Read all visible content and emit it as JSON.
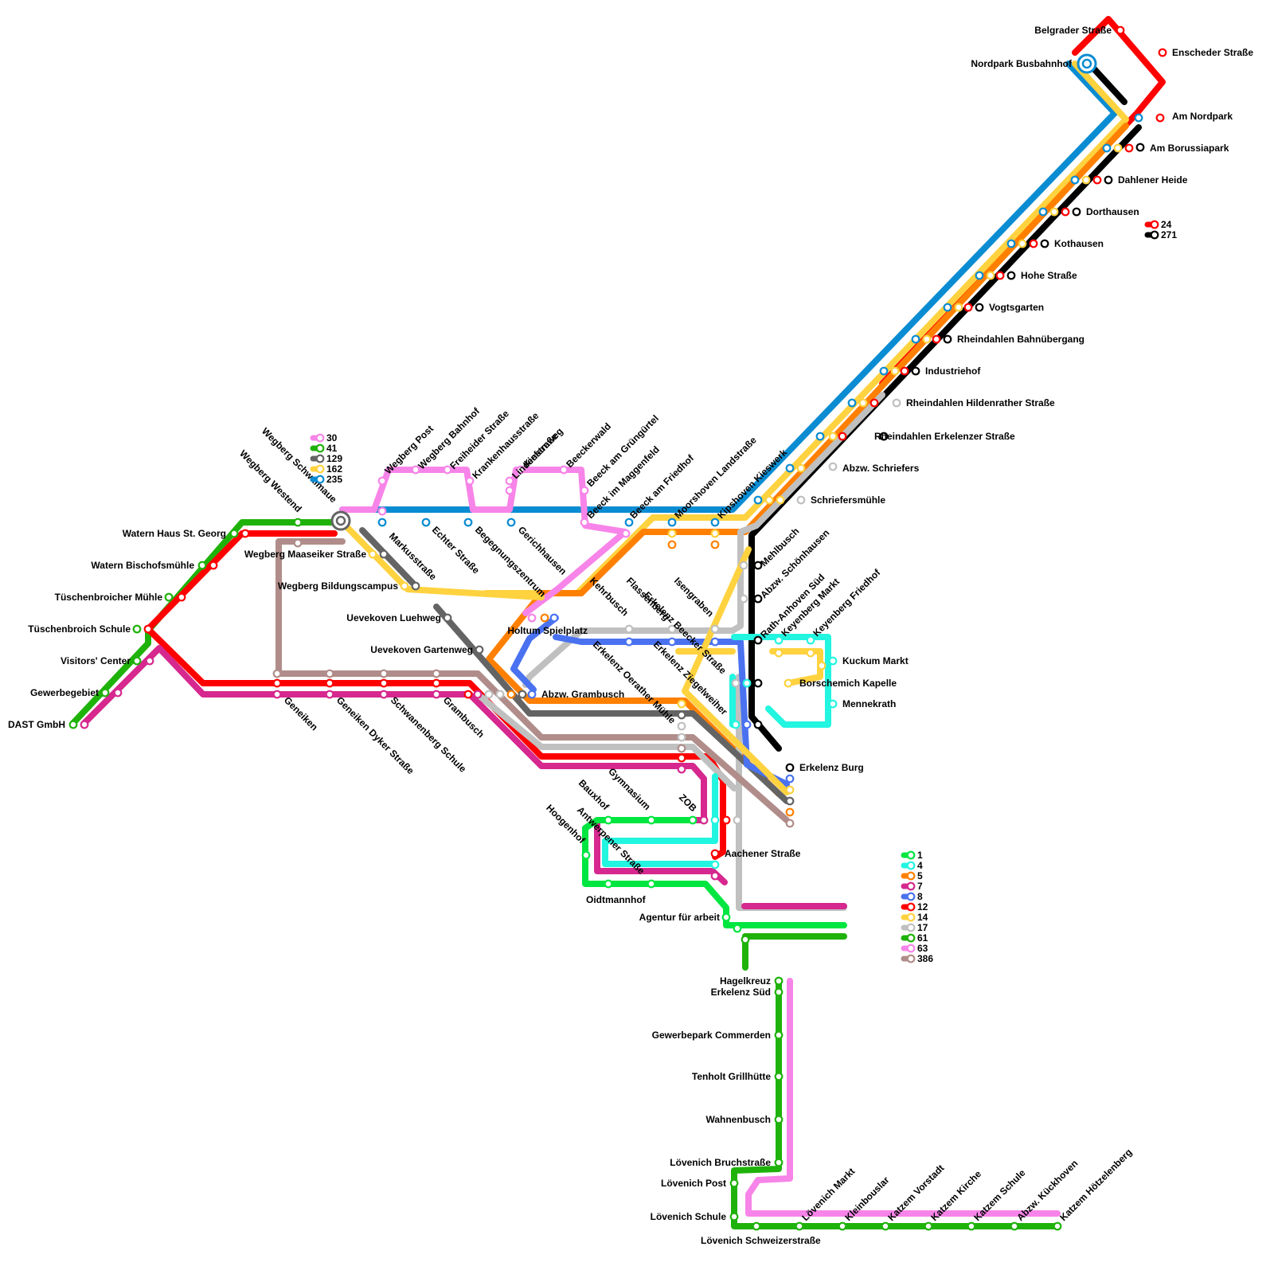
{
  "lines": {
    "l1": {
      "name": "1",
      "color": "#00e640"
    },
    "l4": {
      "name": "4",
      "color": "#22f5e0"
    },
    "l5": {
      "name": "5",
      "color": "#ff8000"
    },
    "l7": {
      "name": "7",
      "color": "#d6288e"
    },
    "l8": {
      "name": "8",
      "color": "#4a72f0"
    },
    "l12": {
      "name": "12",
      "color": "#ff0000"
    },
    "l14": {
      "name": "14",
      "color": "#ffd23f"
    },
    "l17": {
      "name": "17",
      "color": "#c0c0c0"
    },
    "l61": {
      "name": "61",
      "color": "#1fb20a"
    },
    "l63": {
      "name": "63",
      "color": "#f784e8"
    },
    "l386": {
      "name": "386",
      "color": "#b08d8a"
    },
    "l24": {
      "name": "24",
      "color": "#ff0000"
    },
    "l271": {
      "name": "271",
      "color": "#000000"
    },
    "l30": {
      "name": "30",
      "color": "#f784e8"
    },
    "l41": {
      "name": "41",
      "color": "#1fb20a"
    },
    "l129": {
      "name": "129",
      "color": "#646464"
    },
    "l162": {
      "name": "162",
      "color": "#ffd23f"
    },
    "l235": {
      "name": "235",
      "color": "#0a8cd2"
    }
  },
  "legends": {
    "west": [
      "l30",
      "l41",
      "l129",
      "l162",
      "l235"
    ],
    "east": [
      "l24",
      "l271"
    ],
    "south": [
      "l1",
      "l4",
      "l5",
      "l7",
      "l8",
      "l12",
      "l14",
      "l17",
      "l61",
      "l63",
      "l386"
    ]
  },
  "stations": {
    "belgrader": "Belgrader Straße",
    "nordpark_bbf": "Nordpark Busbahnhof",
    "enscheder": "Enscheder Straße",
    "am_nordpark": "Am Nordpark",
    "borussiapark": "Am Borussiapark",
    "dahlener_heide": "Dahlener Heide",
    "dorthausen": "Dorthausen",
    "kothausen": "Kothausen",
    "hohe_str": "Hohe Straße",
    "vogtsgarten": "Vogtsgarten",
    "rh_bahnuebergang": "Rheindahlen Bahnübergang",
    "industriehof": "Industriehof",
    "rh_hildenrather": "Rheindahlen Hildenrather Straße",
    "rh_erkelenzer": "Rheindahlen Erkelenzer Straße",
    "abzw_schriefers": "Abzw. Schriefers",
    "schriefersmuehle": "Schriefersmühle",
    "watern_haus": "Watern Haus St. Georg",
    "watern_bisch": "Watern Bischofsmühle",
    "tueschen_muehle": "Tüschenbroicher Mühle",
    "tueschen_schule": "Tüschenbroich Schule",
    "visitors_center": "Visitors' Center",
    "gewerbegebiet": "Gewerbegebiet",
    "dast": "DAST GmbH",
    "wegberg_westend": "Wegberg Westend",
    "wegberg_schwalmaue": "Wegberg Schwalmaue",
    "wegberg_maaseiker": "Wegberg Maaseiker Straße",
    "wegberg_bildung": "Wegberg Bildungscampus",
    "uevekoven_luehweg": "Uevekoven Luehweg",
    "uevekoven_gartenweg": "Uevekoven Gartenweg",
    "wegberg_post": "Wegberg Post",
    "wegberg_bahnhof": "Wegberg Bahnhof",
    "freiheider": "Freiheider Straße",
    "krankenhaus": "Krankenhausstraße",
    "kiefernweg": "Kiefernweg",
    "lindenstrasse": "Lindenstraße",
    "beeckerwald": "Beeckerwald",
    "beeck_gruenguertel": "Beeck am Grüngürtel",
    "beeck_maggenfeld": "Beeck im Maggenfeld",
    "beeck_friedhof": "Beeck am Friedhof",
    "moorshoven": "Moorshoven Landstraße",
    "kipshoven": "Kipshoven Kieswerk",
    "markusstrasse": "Markusstraße",
    "echter": "Echter Straße",
    "begegnung": "Begegnungszentrum",
    "gerichhausen": "Gerichhausen",
    "kehrbusch": "Kehrbusch",
    "flassenberg": "Flassenberg",
    "erk_beecker": "Erkelenz Beecker Straße",
    "isengraben": "Isengraben",
    "erk_ziegel": "Erkelenz Ziegelweiher",
    "erk_oerather": "Erkelenz Oerather Mühle",
    "holtum": "Holtum Spielplatz",
    "abzw_grambusch": "Abzw. Grambusch",
    "geneiken": "Geneiken",
    "geneiken_dyker": "Geneiken Dyker Straße",
    "schwanenberg": "Schwanenberg Schule",
    "grambusch": "Grambusch",
    "mehlbusch": "Mehlbusch",
    "abzw_schoen": "Abzw. Schönhausen",
    "rath_anhoven": "Rath-Anhoven Süd",
    "keyenberg_markt": "Keyenberg Markt",
    "keyenberg_friedhof": "Keyenberg Friedhof",
    "kuckum": "Kuckum Markt",
    "borschemich": "Borschemich Kapelle",
    "mennekrath": "Mennekrath",
    "erkelenz_burg": "Erkelenz Burg",
    "zob": "ZOB",
    "gymnasium": "Gymnasium",
    "bauxhof": "Bauxhof",
    "antwerpener": "Antwerpener Straße",
    "hoogenhof": "Hoogenhof",
    "oidtmannhof": "Oidtmannhof",
    "aachener": "Aachener Straße",
    "agentur": "Agentur für arbeit",
    "hagelkreuz": "Hagelkreuz",
    "erkelenz_sued": "Erkelenz Süd",
    "gewerbepark": "Gewerbepark Commerden",
    "tenholt": "Tenholt Grillhütte",
    "wahnenbusch": "Wahnenbusch",
    "loev_bruch": "Lövenich Bruchstraße",
    "loev_post": "Lövenich Post",
    "loev_schule": "Lövenich Schule",
    "loev_schweizer": "Lövenich Schweizerstraße",
    "loev_markt": "Lövenich Markt",
    "kleinbouslar": "Kleinbouslar",
    "katzem_vorstadt": "Katzem Vorstadt",
    "katzem_kirche": "Katzem Kirche",
    "katzem_schule": "Katzem Schule",
    "abzw_kueckhoven": "Abzw. Kückhoven",
    "katzem_hoetzelenberg": "Katzem Hötzelenberg"
  }
}
